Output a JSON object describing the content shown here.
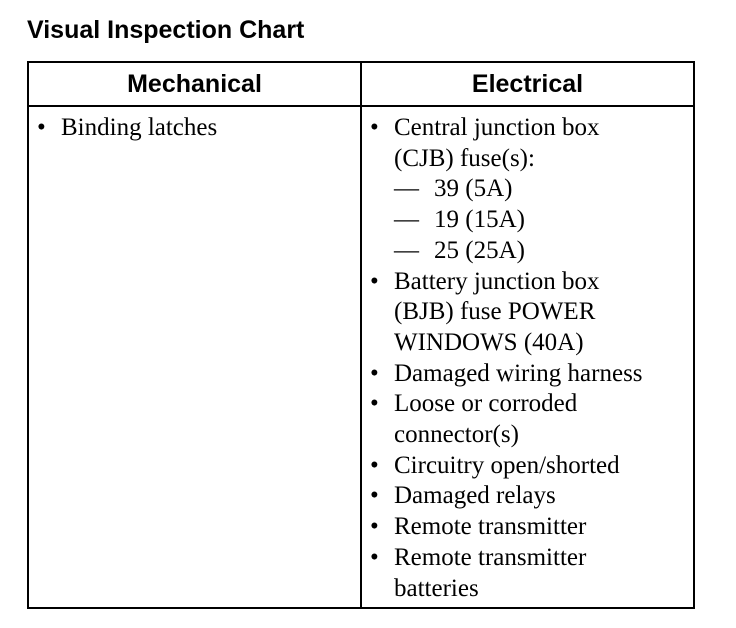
{
  "title": "Visual Inspection Chart",
  "bullet": "•",
  "dash": "—",
  "columns": {
    "mechanical": {
      "header": "Mechanical",
      "items": [
        {
          "text": "Binding latches"
        }
      ]
    },
    "electrical": {
      "header": "Electrical",
      "items": [
        {
          "lines": [
            "Central junction box",
            "(CJB) fuse(s):"
          ],
          "sub": [
            "39 (5A)",
            "19 (15A)",
            "25 (25A)"
          ]
        },
        {
          "lines": [
            "Battery junction box",
            "(BJB) fuse POWER",
            "WINDOWS (40A)"
          ]
        },
        {
          "lines": [
            "Damaged wiring harness"
          ]
        },
        {
          "lines": [
            "Loose or corroded",
            "connector(s)"
          ]
        },
        {
          "lines": [
            "Circuitry open/shorted"
          ]
        },
        {
          "lines": [
            "Damaged relays"
          ]
        },
        {
          "lines": [
            "Remote transmitter"
          ]
        },
        {
          "lines": [
            "Remote transmitter",
            "batteries"
          ]
        }
      ]
    }
  }
}
